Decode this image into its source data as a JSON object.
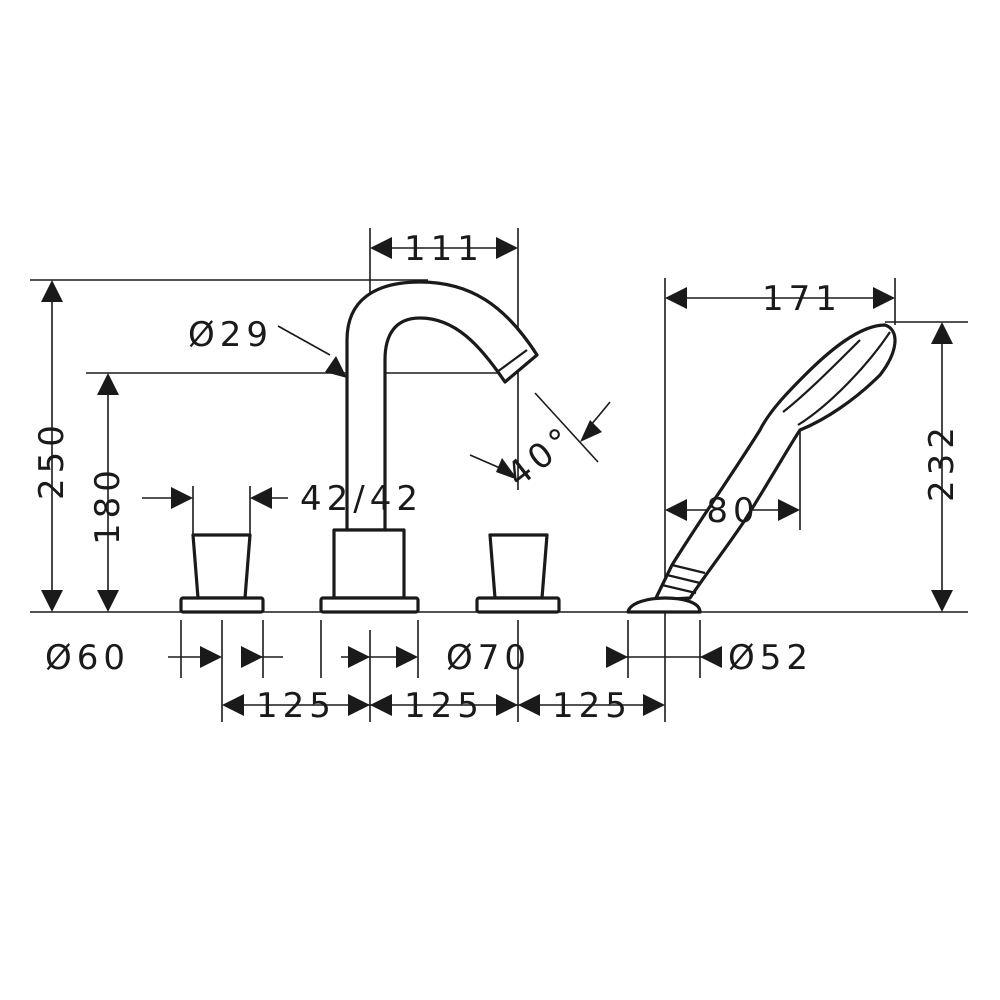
{
  "dimensions": {
    "height_total": "250",
    "height_outlet": "180",
    "spout_reach": "111",
    "spout_diameter": "Ø29",
    "handle_size": "42/42",
    "spout_angle": "40°",
    "base_diameter_handles": "Ø60",
    "base_diameter_spout": "Ø70",
    "base_diameter_shower": "Ø52",
    "spacing_1": "125",
    "spacing_2": "125",
    "spacing_3": "125",
    "shower_reach": "171",
    "shower_height": "232",
    "shower_head_offset": "80"
  },
  "colors": {
    "line": "#1a1a1a",
    "background": "#ffffff"
  }
}
